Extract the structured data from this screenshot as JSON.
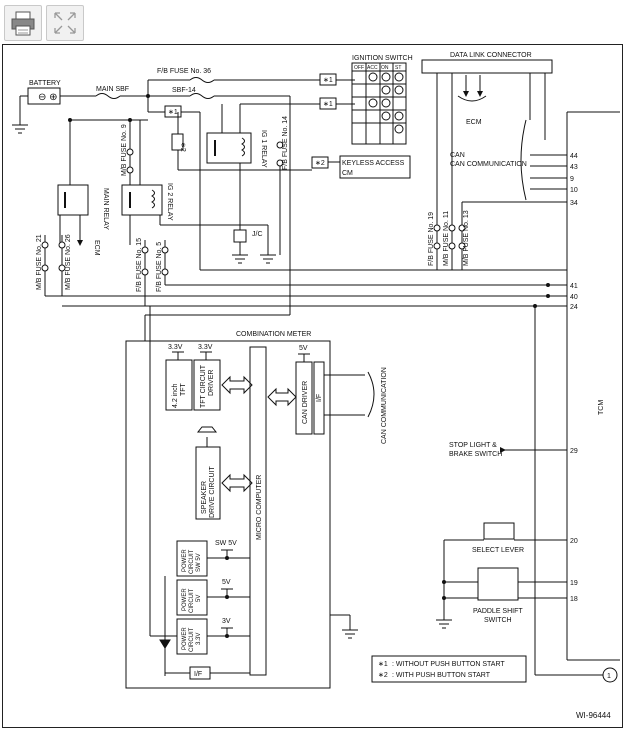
{
  "toolbar": {
    "print_icon": "printer-icon",
    "expand_icon": "expand-icon"
  },
  "components": {
    "battery": "BATTERY",
    "main_sbf": "MAIN SBF",
    "fb_fuse_36": "F/B FUSE No. 36",
    "sbf_14": "SBF-14",
    "ignition_switch": "IGNITION SWITCH",
    "ign_cols": [
      "OFF",
      "ACC",
      "ON",
      "ST"
    ],
    "data_link_connector": "DATA LINK CONNECTOR",
    "ecm_top": "ECM",
    "can_comm_top": "CAN COMMUNICATION",
    "keyless_access_1": "KEYLESS ACCESS",
    "keyless_access_2": "CM",
    "main_relay": "MAIN RELAY",
    "ig2_relay": "IG 2 RELAY",
    "ig1_relay": "IG 1 RELAY",
    "mb_fuse_9": "M/B FUSE No. 9",
    "fb_fuse_14": "F/B FUSE No. 14",
    "ecm_mid": "ECM",
    "jc": "J/C",
    "mb_fuse_21": "M/B FUSE No. 21",
    "mb_fuse_26": "M/B FUSE No. 26",
    "fb_fuse_15": "F/B FUSE No. 15",
    "fb_fuse_5": "F/B FUSE No. 5",
    "fb_fuse_19": "F/B FUSE No. 19",
    "mb_fuse_11": "M/B FUSE No. 11",
    "mb_fuse_13": "M/B FUSE No. 13",
    "combination_meter": "COMBINATION METER",
    "v33_a": "3.3V",
    "v33_b": "3.3V",
    "tft_1": "4.2 inch",
    "tft_2": "TFT",
    "tft_driver_1": "TFT CIRCUIT",
    "tft_driver_2": "DRIVER",
    "speaker_1": "SPEAKER",
    "speaker_2": "DRIVE CIRCUIT",
    "micro_computer": "MICRO COMPUTER",
    "v5_top": "5V",
    "can_driver": "CAN DRIVER",
    "if_vert": "I/F",
    "can_comm_mid": "CAN COMMUNICATION",
    "sw5v": "SW 5V",
    "pc_sw5v_1": "POWER",
    "pc_sw5v_2": "CIRCUIT",
    "pc_sw5v_3": "SW 5V",
    "v5_mid": "5V",
    "pc_5v_1": "POWER",
    "pc_5v_2": "CIRCUIT",
    "pc_5v_3": "5V",
    "v3_low": "3V",
    "pc_33_1": "POWER",
    "pc_33_2": "CIRCUIT",
    "pc_33_3": "3.3V",
    "if_bottom": "I/F",
    "tcm": "TCM",
    "stop_light_1": "STOP LIGHT &",
    "stop_light_2": "BRAKE SWITCH",
    "select_lever": "SELECT LEVER",
    "paddle_1": "PADDLE SHIFT",
    "paddle_2": "SWITCH",
    "figure_id": "WI-96444",
    "circle_ref": "1"
  },
  "markers": {
    "m1": "∗1",
    "m2": "∗2"
  },
  "tcm_pins": [
    "44",
    "43",
    "9",
    "10",
    "34",
    "41",
    "40",
    "24",
    "29",
    "20",
    "19",
    "18"
  ],
  "legend": [
    {
      "mark": "∗1",
      "text": ": WITHOUT PUSH BUTTON START"
    },
    {
      "mark": "∗2",
      "text": ": WITH PUSH BUTTON START"
    }
  ]
}
